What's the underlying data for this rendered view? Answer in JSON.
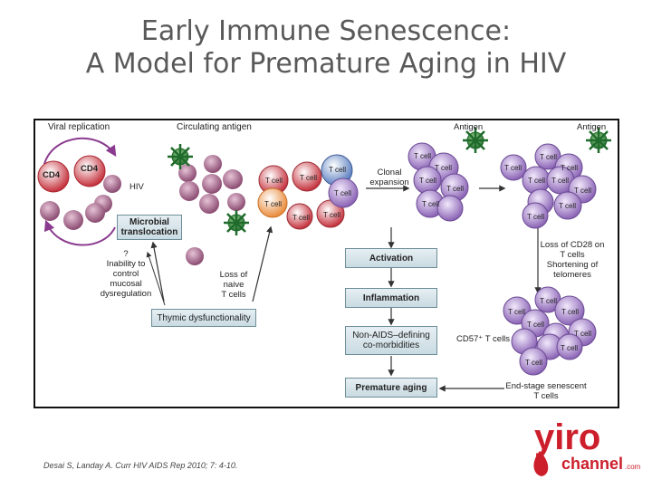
{
  "title": {
    "line1": "Early Immune Senescence:",
    "line2": "A Model for Premature Aging in HIV"
  },
  "diagram": {
    "viral_replication": "Viral replication",
    "cd4": "CD4",
    "hiv": "HIV",
    "circulating_antigen": "Circulating antigen",
    "antigen": "Antigen",
    "t_cell": "T cell",
    "clonal_expansion": "Clonal expansion",
    "microbial_translocation": "Microbial translocation",
    "inability": [
      "?",
      "Inability to",
      "control",
      "mucosal",
      "dysregulation"
    ],
    "loss_naive": [
      "Loss of",
      "naive",
      "T cells"
    ],
    "thymic": "Thymic dysfunctionality",
    "activation": "Activation",
    "inflammation": "Inflammation",
    "non_aids": [
      "Non-AIDS–defining",
      "co-morbidities"
    ],
    "premature_aging": "Premature aging",
    "loss_cd28": [
      "Loss of CD28 on",
      "T cells",
      "Shortening of",
      "telomeres"
    ],
    "cd57": "CD57⁺ T cells",
    "end_stage": [
      "End-stage senescent",
      "T cells"
    ]
  },
  "citation": "Desai S, Landay A. Curr HIV AIDS Rep 2010; 7: 4-10.",
  "logo": {
    "word": "yiro",
    "sub": "channel",
    "suffix": ".com"
  },
  "colors": {
    "title": "#595959",
    "logo_red": "#cc1f2b",
    "virus": "#9b5a80",
    "antigen": "#2f8a3a",
    "senescent_cell": "#8a63b5",
    "box_fill": "#d7e5ea"
  }
}
